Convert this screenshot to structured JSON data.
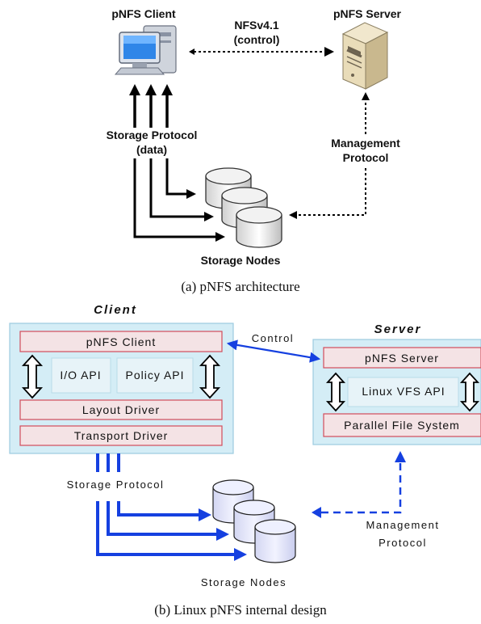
{
  "part_a": {
    "client_label": "pNFS Client",
    "server_label": "pNFS Server",
    "control_label_1": "NFSv4.1",
    "control_label_2": "(control)",
    "storage_label_1": "Storage Protocol",
    "storage_label_2": "(data)",
    "mgmt_label_1": "Management",
    "mgmt_label_2": "Protocol",
    "nodes_label": "Storage Nodes",
    "caption": "(a) pNFS architecture"
  },
  "part_b": {
    "client_title": "Client",
    "server_title": "Server",
    "client_box": "pNFS Client",
    "io_api": "I/O API",
    "policy_api": "Policy API",
    "layout_driver": "Layout Driver",
    "transport_driver": "Transport Driver",
    "control_label": "Control",
    "server_box": "pNFS Server",
    "vfs_api": "Linux VFS API",
    "pfs": "Parallel File System",
    "storage_protocol": "Storage Protocol",
    "mgmt_label_1": "Management",
    "mgmt_label_2": "Protocol",
    "nodes_label": "Storage Nodes",
    "caption": "(b) Linux pNFS internal design"
  }
}
